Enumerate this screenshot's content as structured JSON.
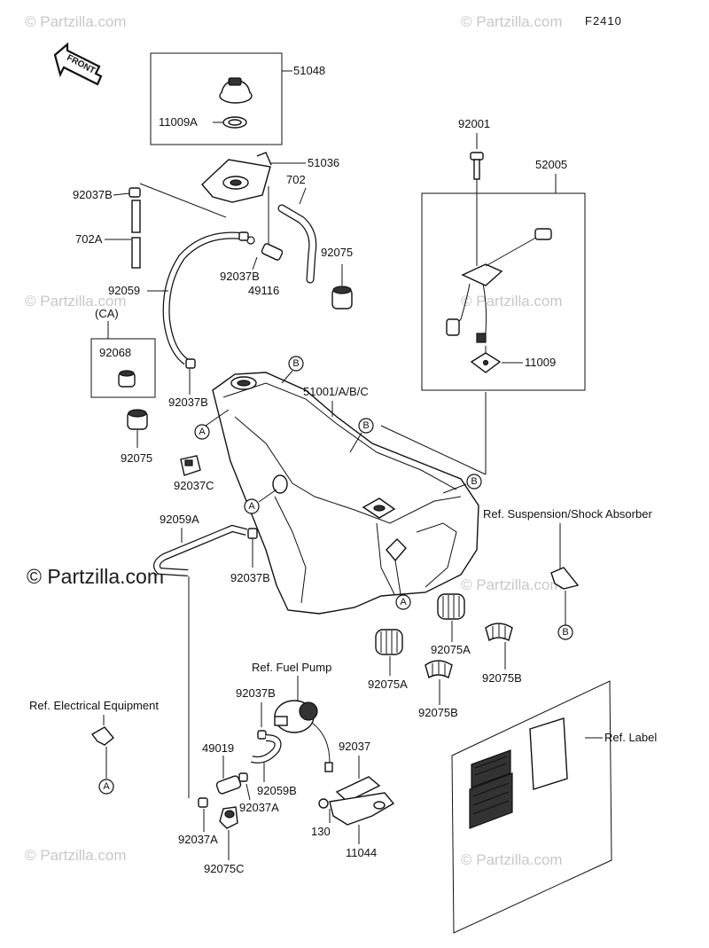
{
  "diagram_code": "F2410",
  "front_arrow": "FRONT",
  "watermark": "© Partzilla.com",
  "watermark_large": "© Partzilla.com",
  "callouts": {
    "a": "A",
    "b": "B"
  },
  "labels": {
    "p51048": "51048",
    "p11009A": "11009A",
    "p51036": "51036",
    "p702": "702",
    "p92037B_top": "92037B",
    "p702A": "702A",
    "p92037B_mid": "92037B",
    "p49116": "49116",
    "p92075_top": "92075",
    "p92059": "92059",
    "pCA": "(CA)",
    "p92068": "92068",
    "p92037B_left": "92037B",
    "p51001": "51001/A/B/C",
    "p92075_left": "92075",
    "p92037C": "92037C",
    "p92059A": "92059A",
    "p92037B_low": "92037B",
    "p92001": "92001",
    "p52005": "52005",
    "p11009": "11009",
    "ref_suspension": "Ref. Suspension/Shock Absorber",
    "p92075A_1": "92075A",
    "p92075A_2": "92075A",
    "p92075B_1": "92075B",
    "p92075B_2": "92075B",
    "ref_fuel_pump": "Ref. Fuel Pump",
    "p92037B_pump": "92037B",
    "ref_electrical": "Ref. Electrical Equipment",
    "p49019": "49019",
    "p92037": "92037",
    "p92059B": "92059B",
    "p92037A_1": "92037A",
    "p92037A_2": "92037A",
    "p92075C": "92075C",
    "p130": "130",
    "p11044": "11044",
    "ref_label": "Ref. Label"
  }
}
